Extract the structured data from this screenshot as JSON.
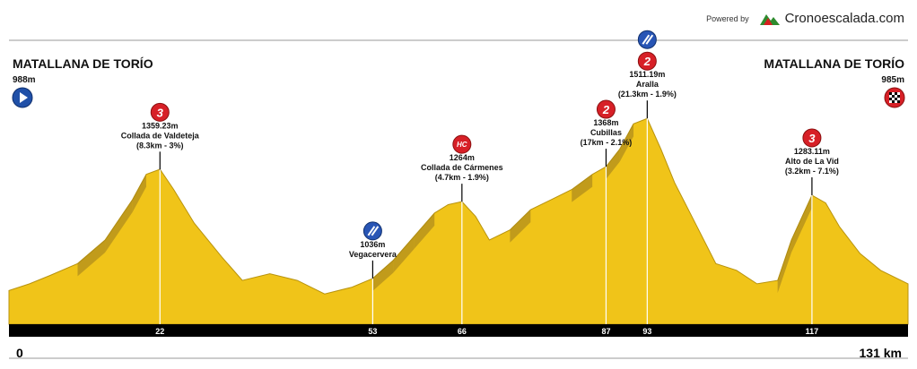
{
  "brand": {
    "powered_by": "Powered by",
    "name": "Cronoescalada.com"
  },
  "start": {
    "city": "MATALLANA DE TORÍO",
    "altitude": "988m",
    "icon": "start-play-icon"
  },
  "finish": {
    "city": "MATALLANA DE TORÍO",
    "altitude": "985m",
    "icon": "finish-checkered-flag-icon"
  },
  "colors": {
    "terrain": "#f0c419",
    "shadow": "#9a7a1e",
    "axis_bar": "#000000",
    "cat3": "#d72027",
    "sprint": "#2855b5"
  },
  "chart_data": {
    "type": "area",
    "x_unit": "km",
    "y_unit": "m",
    "xlim": [
      0,
      131
    ],
    "ylim": [
      900,
      1650
    ],
    "x_start_label": "0",
    "x_end_label": "131 km",
    "profile": {
      "x": [
        0,
        3,
        6,
        10,
        14,
        18,
        20,
        22,
        24,
        27,
        31,
        34,
        38,
        42,
        46,
        50,
        53,
        56,
        59,
        62,
        64,
        66,
        68,
        70,
        73,
        76,
        79,
        82,
        85,
        87,
        89,
        91,
        93,
        95,
        97,
        100,
        103,
        106,
        109,
        112,
        114,
        117,
        119,
        121,
        124,
        127,
        131
      ],
      "y": [
        1000,
        1020,
        1045,
        1080,
        1150,
        1270,
        1345,
        1360,
        1300,
        1200,
        1100,
        1030,
        1050,
        1030,
        990,
        1010,
        1036,
        1090,
        1160,
        1230,
        1255,
        1264,
        1220,
        1150,
        1180,
        1240,
        1270,
        1300,
        1345,
        1368,
        1420,
        1495,
        1511,
        1420,
        1320,
        1200,
        1080,
        1060,
        1020,
        1030,
        1150,
        1283,
        1260,
        1190,
        1110,
        1060,
        1020
      ]
    },
    "ticks": [
      22,
      53,
      66,
      87,
      93,
      117
    ],
    "points": [
      {
        "km": 22,
        "km_label": "22",
        "alt": 1359.23,
        "category": "3",
        "elevation": "1359.23m",
        "name": "Collada de Valdeteja",
        "detail": "(8.3km - 3%)"
      },
      {
        "km": 53,
        "km_label": "53",
        "alt": 1036,
        "category": "sprint",
        "elevation": "1036m",
        "name": "Vegacervera",
        "detail": ""
      },
      {
        "km": 66,
        "km_label": "66",
        "alt": 1264,
        "category": "HC",
        "elevation": "1264m",
        "name": "Collada de Cármenes",
        "detail": "(4.7km - 1.9%)"
      },
      {
        "km": 87,
        "km_label": "87",
        "alt": 1368,
        "category": "2",
        "elevation": "1368m",
        "name": "Cubillas",
        "detail": "(17km - 2.1%)"
      },
      {
        "km": 93,
        "km_label": "93",
        "alt": 1511.19,
        "category": "2+sprint",
        "elevation": "1511.19m",
        "name": "Aralla",
        "detail": "(21.3km - 1.9%)"
      },
      {
        "km": 117,
        "km_label": "117",
        "alt": 1283.11,
        "category": "3",
        "elevation": "1283.11m",
        "name": "Alto de La Vid",
        "detail": "(3.2km - 7.1%)"
      }
    ]
  }
}
